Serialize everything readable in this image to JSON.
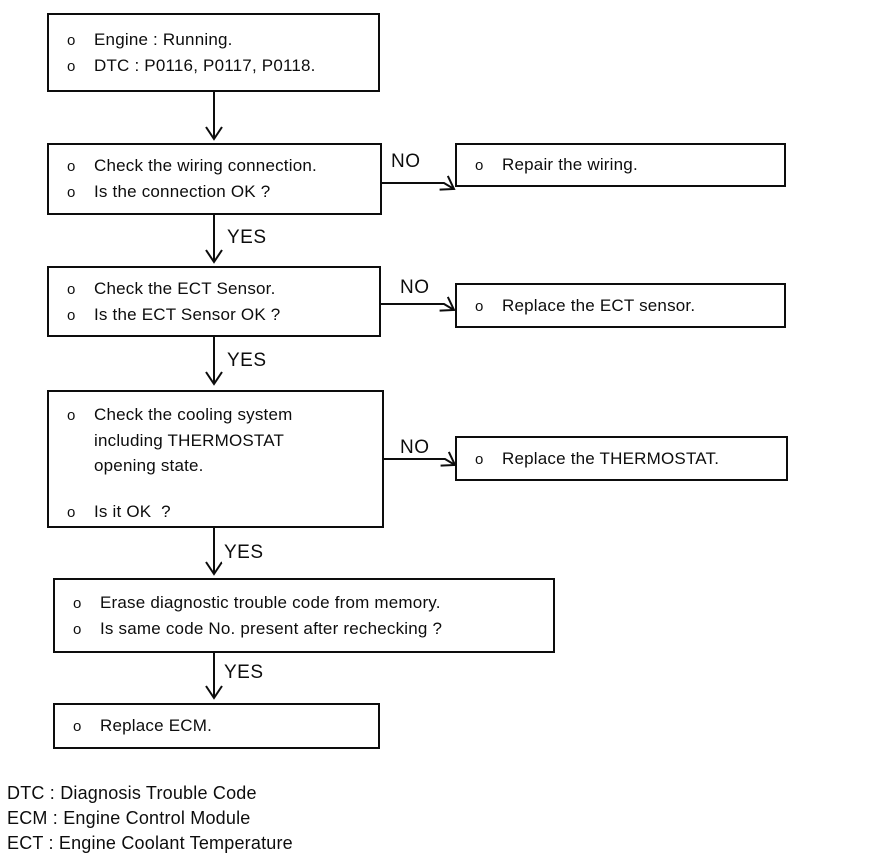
{
  "bullet": "o",
  "labels": {
    "yes": "YES",
    "no": "NO"
  },
  "nodes": {
    "precondition": {
      "lines": [
        "Engine : Running.",
        "DTC : P0116, P0117, P0118."
      ]
    },
    "check_wiring": {
      "lines": [
        "Check the wiring connection.",
        "Is the connection OK ?"
      ]
    },
    "repair_wiring": {
      "lines": [
        "Repair the wiring."
      ]
    },
    "check_ect": {
      "lines": [
        "Check the ECT Sensor.",
        "Is the ECT Sensor OK ?"
      ]
    },
    "replace_ect": {
      "lines": [
        "Replace the ECT sensor."
      ]
    },
    "check_cooling": {
      "lines": [
        "Check the cooling system",
        "including THERMOSTAT",
        "opening state.",
        "Is it OK  ?"
      ]
    },
    "replace_thermostat": {
      "lines": [
        "Replace the THERMOSTAT."
      ]
    },
    "erase_dtc": {
      "lines": [
        "Erase diagnostic trouble code from memory.",
        "Is same code No. present after rechecking ?"
      ]
    },
    "replace_ecm": {
      "lines": [
        "Replace ECM."
      ]
    }
  },
  "legend": [
    "DTC : Diagnosis Trouble Code",
    "ECM : Engine Control Module",
    "ECT : Engine Coolant Temperature"
  ]
}
